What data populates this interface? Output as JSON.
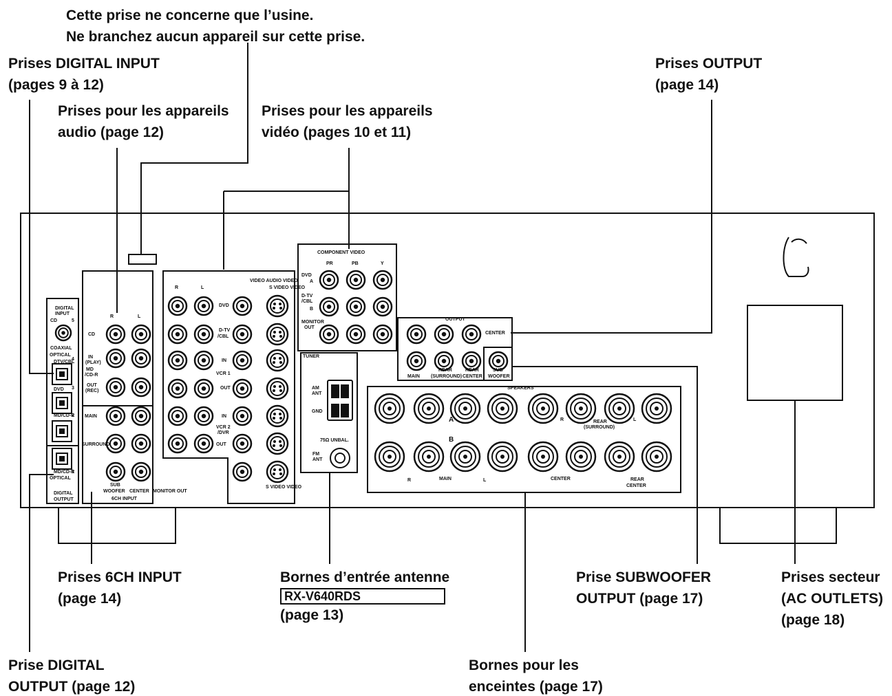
{
  "callouts": {
    "factory_note": [
      "Cette prise ne concerne que l’usine.",
      "Ne branchez aucun appareil sur cette prise."
    ],
    "digital_input": [
      "Prises DIGITAL INPUT",
      "(pages 9 à 12)"
    ],
    "audio_devices": [
      "Prises pour les appareils",
      "audio (page 12)"
    ],
    "video_devices": [
      "Prises pour les appareils",
      "vidéo (pages 10 et 11)"
    ],
    "output": [
      "Prises OUTPUT",
      "(page 14)"
    ],
    "ch6_input": [
      "Prises 6CH INPUT",
      "(page 14)"
    ],
    "antenna": {
      "line1": "Bornes d’entrée antenne",
      "badge": "RX-V640RDS",
      "tail": "(page 13)"
    },
    "subwoofer": [
      "Prise SUBWOOFER",
      "OUTPUT (page 17)"
    ],
    "ac_outlets": [
      "Prises secteur",
      "(AC OUTLETS)",
      "(page 18)"
    ],
    "digital_output": [
      "Prise DIGITAL",
      "OUTPUT (page 12)"
    ],
    "speakers": [
      "Bornes pour les",
      "enceintes (page 17)"
    ]
  },
  "panel": {
    "digital": {
      "title1": "DIGITAL",
      "title2": "INPUT",
      "cd": "CD",
      "coaxial": "COAXIAL",
      "optical": "OPTICAL",
      "dtv": "DTV/CBL",
      "dvd": "DVD",
      "mdcdr": "MD/CD-R",
      "out_title1": "DIGITAL",
      "out_title2": "OUTPUT",
      "n5": "5",
      "n4": "4",
      "n3": "3",
      "n2": "2",
      "n1": "1"
    },
    "audio": {
      "cd": "CD",
      "in": "IN",
      "play": "(PLAY)",
      "md": "MD",
      "cdr": "/CD-R",
      "out": "OUT",
      "rec": "(REC)",
      "r": "R",
      "l": "L"
    },
    "ch6": {
      "main": "MAIN",
      "surround": "SURROUND",
      "sub": "SUB",
      "woofer": "WOOFER",
      "center": "CENTER",
      "monitor_out": "MONITOR OUT",
      "title": "6CH INPUT"
    },
    "video": {
      "header": "VIDEO AUDIO VIDEO",
      "svideo": "S VIDEO VIDEO",
      "dvd": "DVD",
      "dtv": "D-TV",
      "cbl": "/CBL",
      "in1": "IN",
      "vcr1": "VCR 1",
      "out1": "OUT",
      "in2": "IN",
      "vcr2": "VCR 2",
      "dvr": "/DVR",
      "out2": "OUT",
      "svideo_bottom": "S VIDEO VIDEO",
      "r": "R",
      "l": "L"
    },
    "component": {
      "title": "COMPONENT VIDEO",
      "pr": "PR",
      "pb": "PB",
      "y": "Y",
      "dvd": "DVD",
      "dtv": "D-TV",
      "cbl": "/CBL",
      "monitor": "MONITOR",
      "out": "OUT",
      "a": "A",
      "b": "B"
    },
    "tuner": {
      "title": "TUNER",
      "am": "AM",
      "ant": "ANT",
      "gnd": "GND",
      "unbal": "75Ω UNBAL.",
      "fm": "FM",
      "fm_ant": "ANT"
    },
    "output": {
      "title": "OUTPUT",
      "center": "CENTER",
      "main": "MAIN",
      "rear": "REAR",
      "surround": "(SURROUND)",
      "rear2": "REAR",
      "center2": "CENTER",
      "sub": "SUB",
      "woofer": "WOOFER"
    },
    "speakers": {
      "title": "SPEAKERS",
      "a": "A",
      "b": "B",
      "rear": "REAR",
      "surround": "(SURROUND)",
      "main": "MAIN",
      "center": "CENTER",
      "rear_center1": "REAR",
      "rear_center2": "CENTER",
      "r": "R",
      "l": "L"
    }
  },
  "colors": {
    "ink": "#111111",
    "panel": "#ffffff"
  }
}
